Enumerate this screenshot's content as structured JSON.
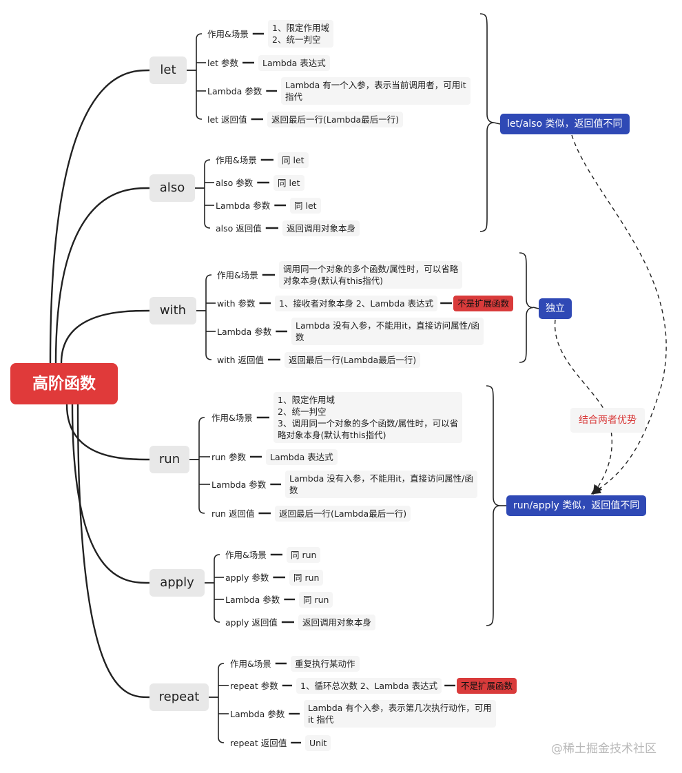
{
  "root": {
    "label": "高阶函数"
  },
  "branches": [
    {
      "name": "let",
      "items": [
        {
          "label": "作用&场景",
          "value_lines": [
            "1、限定作用域",
            "2、统一判空"
          ]
        },
        {
          "label": "let 参数",
          "value_lines": [
            "Lambda 表达式"
          ]
        },
        {
          "label": "Lambda 参数",
          "value_lines": [
            "Lambda 有一个入参，表示当前调用者，可用it",
            "指代"
          ]
        },
        {
          "label": "let 返回值",
          "value_lines": [
            "返回最后一行(Lambda最后一行)"
          ]
        }
      ]
    },
    {
      "name": "also",
      "items": [
        {
          "label": "作用&场景",
          "value_lines": [
            "同 let"
          ]
        },
        {
          "label": "also 参数",
          "value_lines": [
            "同 let"
          ]
        },
        {
          "label": "Lambda 参数",
          "value_lines": [
            "同 let"
          ]
        },
        {
          "label": "also 返回值",
          "value_lines": [
            "返回调用对象本身"
          ]
        }
      ]
    },
    {
      "name": "with",
      "items": [
        {
          "label": "作用&场景",
          "value_lines": [
            "调用同一个对象的多个函数/属性时，可以省略",
            "对象本身(默认有this指代)"
          ]
        },
        {
          "label": "with 参数",
          "value_lines": [
            "1、接收者对象本身 2、Lambda 表达式"
          ],
          "tag": "不是扩展函数"
        },
        {
          "label": "Lambda 参数",
          "value_lines": [
            "Lambda 没有入参，不能用it，直接访问属性/函",
            "数"
          ]
        },
        {
          "label": "with 返回值",
          "value_lines": [
            "返回最后一行(Lambda最后一行)"
          ]
        }
      ]
    },
    {
      "name": "run",
      "items": [
        {
          "label": "作用&场景",
          "value_lines": [
            "1、限定作用域",
            "2、统一判空",
            "3、调用同一个对象的多个函数/属性时，可以省",
            "略对象本身(默认有this指代)"
          ]
        },
        {
          "label": "run 参数",
          "value_lines": [
            "Lambda 表达式"
          ]
        },
        {
          "label": "Lambda 参数",
          "value_lines": [
            "Lambda 没有入参，不能用it，直接访问属性/函",
            "数"
          ]
        },
        {
          "label": "run 返回值",
          "value_lines": [
            "返回最后一行(Lambda最后一行)"
          ]
        }
      ]
    },
    {
      "name": "apply",
      "items": [
        {
          "label": "作用&场景",
          "value_lines": [
            "同 run"
          ]
        },
        {
          "label": "apply 参数",
          "value_lines": [
            "同 run"
          ]
        },
        {
          "label": "Lambda 参数",
          "value_lines": [
            "同 run"
          ]
        },
        {
          "label": "apply 返回值",
          "value_lines": [
            "返回调用对象本身"
          ]
        }
      ]
    },
    {
      "name": "repeat",
      "items": [
        {
          "label": "作用&场景",
          "value_lines": [
            "重复执行某动作"
          ]
        },
        {
          "label": "repeat 参数",
          "value_lines": [
            "1、循环总次数 2、Lambda 表达式"
          ],
          "tag": "不是扩展函数"
        },
        {
          "label": "Lambda 参数",
          "value_lines": [
            "Lambda 有个入参，表示第几次执行动作，可用",
            "it 指代"
          ]
        },
        {
          "label": "repeat 返回值",
          "value_lines": [
            "Unit"
          ]
        }
      ]
    }
  ],
  "summaries": {
    "let_also": "let/also 类似，返回值不同",
    "with": "独立",
    "run_apply": "run/apply 类似，返回值不同",
    "combine": "结合两者优势"
  },
  "watermark": "@稀土掘金技术社区",
  "colors": {
    "root": "#e03a3a",
    "summary": "#2f49b5",
    "tag": "#d93b3b",
    "branch": "#e8e8e8",
    "line": "#222222"
  }
}
